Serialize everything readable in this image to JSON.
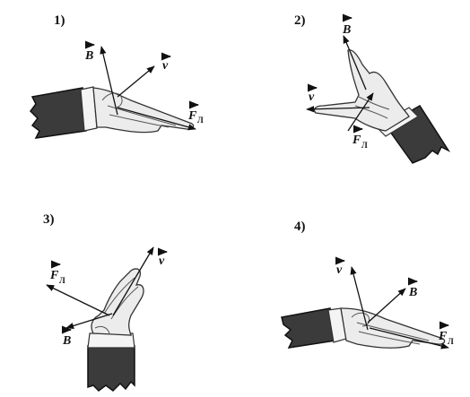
{
  "colors": {
    "ink": "#111111",
    "sleeve": "#3b3b3b",
    "skin": "#ececec",
    "background": "#ffffff"
  },
  "panels": [
    {
      "number": "1)",
      "labels": {
        "B": "B",
        "v": "v",
        "F": "F",
        "F_sub": "Л"
      }
    },
    {
      "number": "2)",
      "labels": {
        "B": "B",
        "v": "v",
        "F": "F",
        "F_sub": "Л"
      }
    },
    {
      "number": "3)",
      "labels": {
        "B": "B",
        "v": "v",
        "F": "F",
        "F_sub": "Л"
      }
    },
    {
      "number": "4)",
      "labels": {
        "B": "B",
        "v": "v",
        "F": "F",
        "F_sub": "Л"
      }
    }
  ]
}
